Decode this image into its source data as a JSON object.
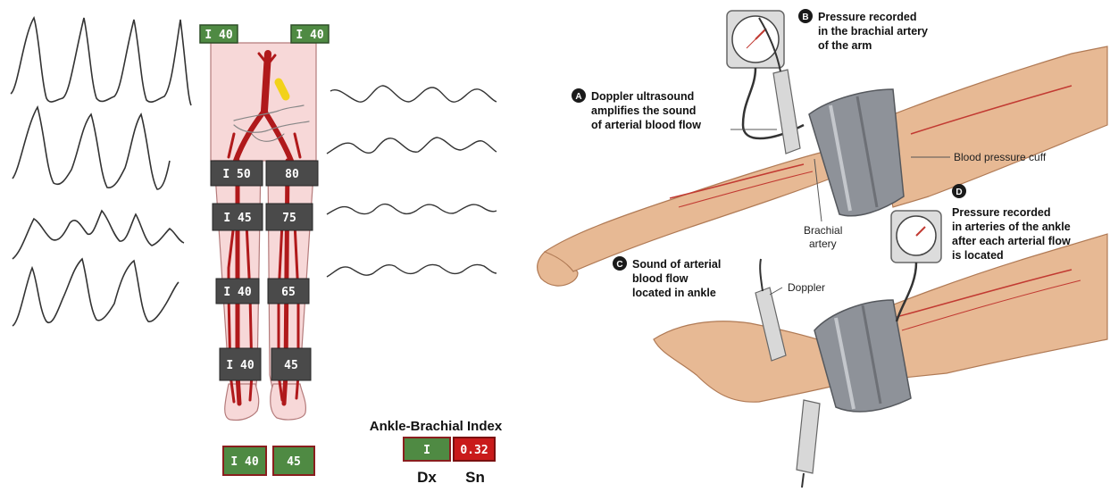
{
  "left": {
    "arm_pressures": {
      "right": "I 40",
      "left": "I 40"
    },
    "cuff_rows": [
      {
        "right": "I 50",
        "left": "80"
      },
      {
        "right": "I 45",
        "left": "75"
      },
      {
        "right": "I 40",
        "left": "65"
      },
      {
        "right": "I 40",
        "left": "45"
      }
    ],
    "bottom_pressures": {
      "right": "I 40",
      "left": "45"
    },
    "abi": {
      "title": "Ankle-Brachial Index",
      "dx_value": "I",
      "sn_value": "0.32",
      "dx_label": "Dx",
      "sn_label": "Sn"
    },
    "colors": {
      "badge_green": "#4f8a43",
      "badge_gray": "#4a4a4a",
      "badge_red": "#c91a1a",
      "artery": "#b0191b",
      "plaque": "#f2d21a"
    }
  },
  "right": {
    "callouts": [
      {
        "letter": "A",
        "text": [
          "Doppler ultrasound",
          "amplifies the sound",
          "of arterial blood flow"
        ]
      },
      {
        "letter": "B",
        "text": [
          "Pressure recorded",
          "in the brachial artery",
          "of the arm"
        ]
      },
      {
        "letter": "C",
        "text": [
          "Sound of arterial",
          "blood flow",
          "located in ankle"
        ]
      },
      {
        "letter": "D",
        "text": [
          "Pressure recorded",
          "in arteries of the ankle",
          "after each arterial flow",
          "is located"
        ]
      }
    ],
    "labels": {
      "cuff": "Blood pressure cuff",
      "brachial": [
        "Brachial",
        "artery"
      ],
      "doppler": "Doppler"
    },
    "colors": {
      "skin": "#e7b994",
      "cuff": "#8e9299",
      "artery": "#c23a32"
    }
  }
}
